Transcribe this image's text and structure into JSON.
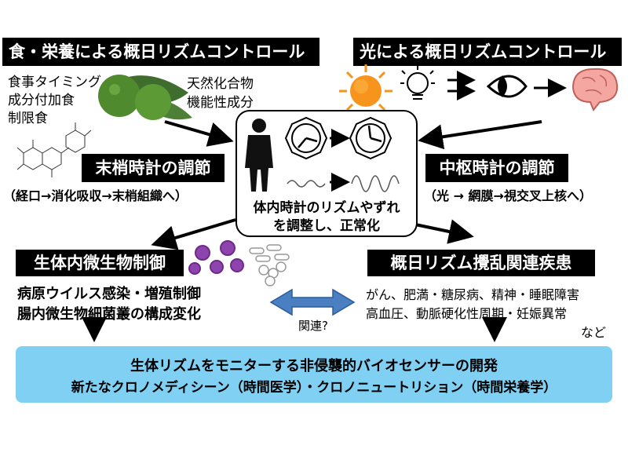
{
  "headers": {
    "food_control": "食・栄養による概日リズムコントロール",
    "light_control": "光による概日リズムコントロール",
    "peripheral_clock": "末梢時計の調節",
    "central_clock": "中枢時計の調節",
    "microbe_control": "生体内微生物制御",
    "disorders": "概日リズム攪乱関連疾患"
  },
  "food_items": {
    "line1": "食事タイミング",
    "line2": "成分付加食",
    "line3": "制限食"
  },
  "compounds": {
    "line1": "天然化合物",
    "line2": "機能性成分"
  },
  "peripheral_path": "（経口→消化吸収→末梢組織へ）",
  "central_path": "（光 → 網膜→視交叉上核へ）",
  "center": {
    "line1": "体内時計のリズムやずれ",
    "line2": "を調整し、正常化"
  },
  "microbe": {
    "line1": "病原ウイルス感染・増殖制御",
    "line2": "腸内微生物細菌叢の構成変化"
  },
  "relation_label": "関連?",
  "disease_list": {
    "line1": "がん、肥満・糖尿病、精神・睡眠障害",
    "line2": "高血圧、動脈硬化性周期・妊娠異常",
    "line3": "など"
  },
  "bottom": {
    "line1": "生体リズムをモニターする非侵襲的バイオセンサーの開発",
    "line2": "新たなクロノメディシーン（時間医学）・クロノニュートリション（時間栄養学）"
  },
  "colors": {
    "bottom_box": "#7fd0f2",
    "relation_arrow": "#4a7fc1",
    "virus": "#8e44ad",
    "sun": "#f7941d",
    "brain": "#f4a6a0"
  }
}
